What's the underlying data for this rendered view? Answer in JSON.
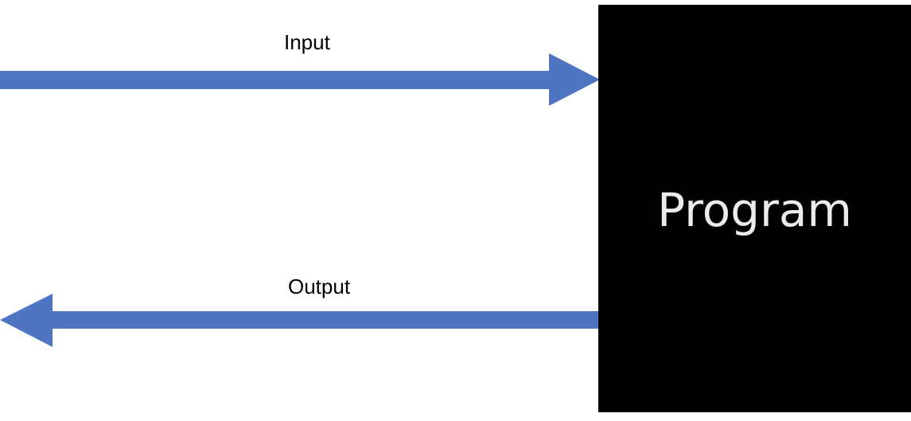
{
  "diagram": {
    "input_label": "Input",
    "output_label": "Output",
    "program_label": "Program",
    "arrow_color": "#4f74c1",
    "box_color": "#000000",
    "program_text_color": "#ececec"
  }
}
